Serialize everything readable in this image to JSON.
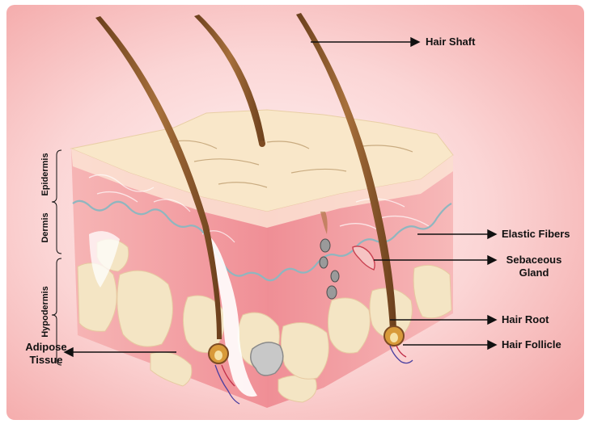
{
  "labels": {
    "hair_shaft": "Hair Shaft",
    "elastic_fibers": "Elastic Fibers",
    "sebaceous_gland_line1": "Sebaceous",
    "sebaceous_gland_line2": "Gland",
    "hair_root": "Hair Root",
    "hair_follicle": "Hair Follicle",
    "adipose_line1": "Adipose",
    "adipose_line2": "Tissue"
  },
  "layers": {
    "epidermis": "Epidermis",
    "dermis": "Dermis",
    "hypodermis": "Hypodermis"
  },
  "colors": {
    "background_gradient_center": "#fdeaea",
    "background_gradient_edge": "#f6b7b7",
    "epidermis_surface": "#f9e6c8",
    "dermis": "#f4a8a8",
    "fat_lobules": "#f3e6c6",
    "hair": "#8b5a2b",
    "elastic_fiber": "#8fb4bd"
  }
}
